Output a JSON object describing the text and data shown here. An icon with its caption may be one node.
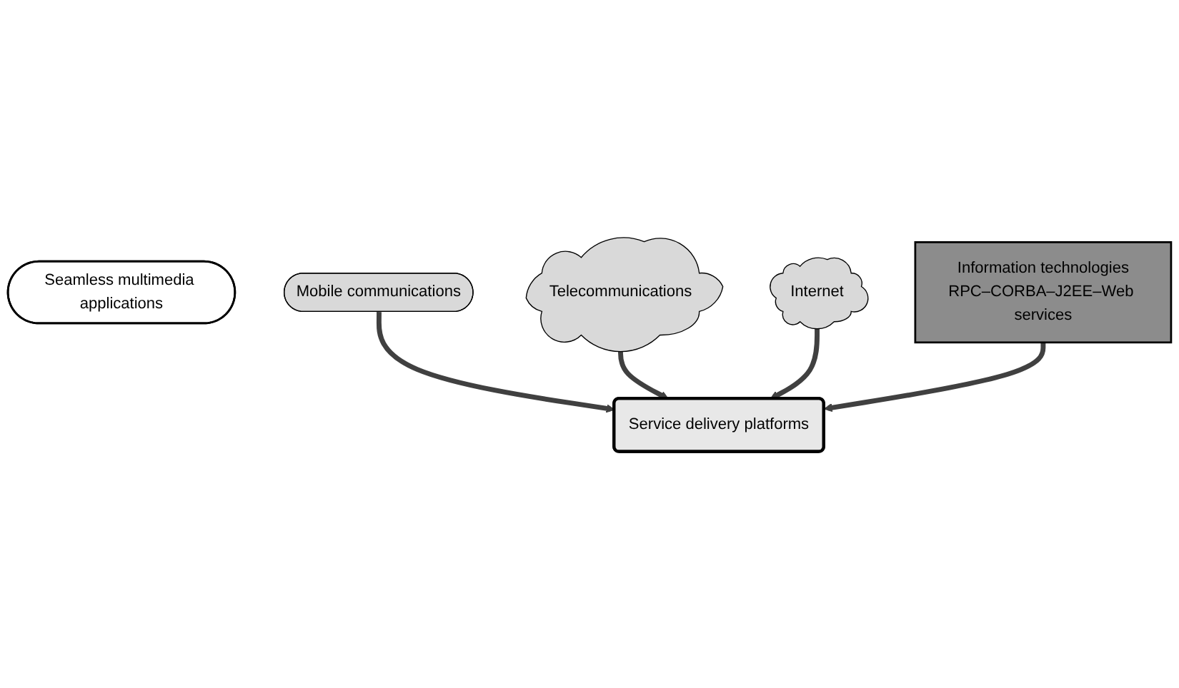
{
  "diagram": {
    "nodes": [
      {
        "text": [
          "Seamless multimedia applications"
        ]
      },
      {
        "text": [
          "Mobile communications"
        ]
      },
      {
        "text": [
          "Telecommunications"
        ]
      },
      {
        "text": [
          "Service delivery platforms"
        ]
      },
      {
        "text": [
          "Internet"
        ]
      },
      {
        "text": [
          "Information technologies",
          "RPC–CORBA–J2EE–Web services"
        ]
      }
    ],
    "edges": [
      {
        "from": 1,
        "to": 3,
        "arrow": "to"
      },
      {
        "from": 2,
        "to": 3,
        "arrow": "to"
      },
      {
        "from": 4,
        "to": 3,
        "arrow": "to"
      },
      {
        "from": 5,
        "to": 3,
        "arrow": "to"
      }
    ]
  }
}
